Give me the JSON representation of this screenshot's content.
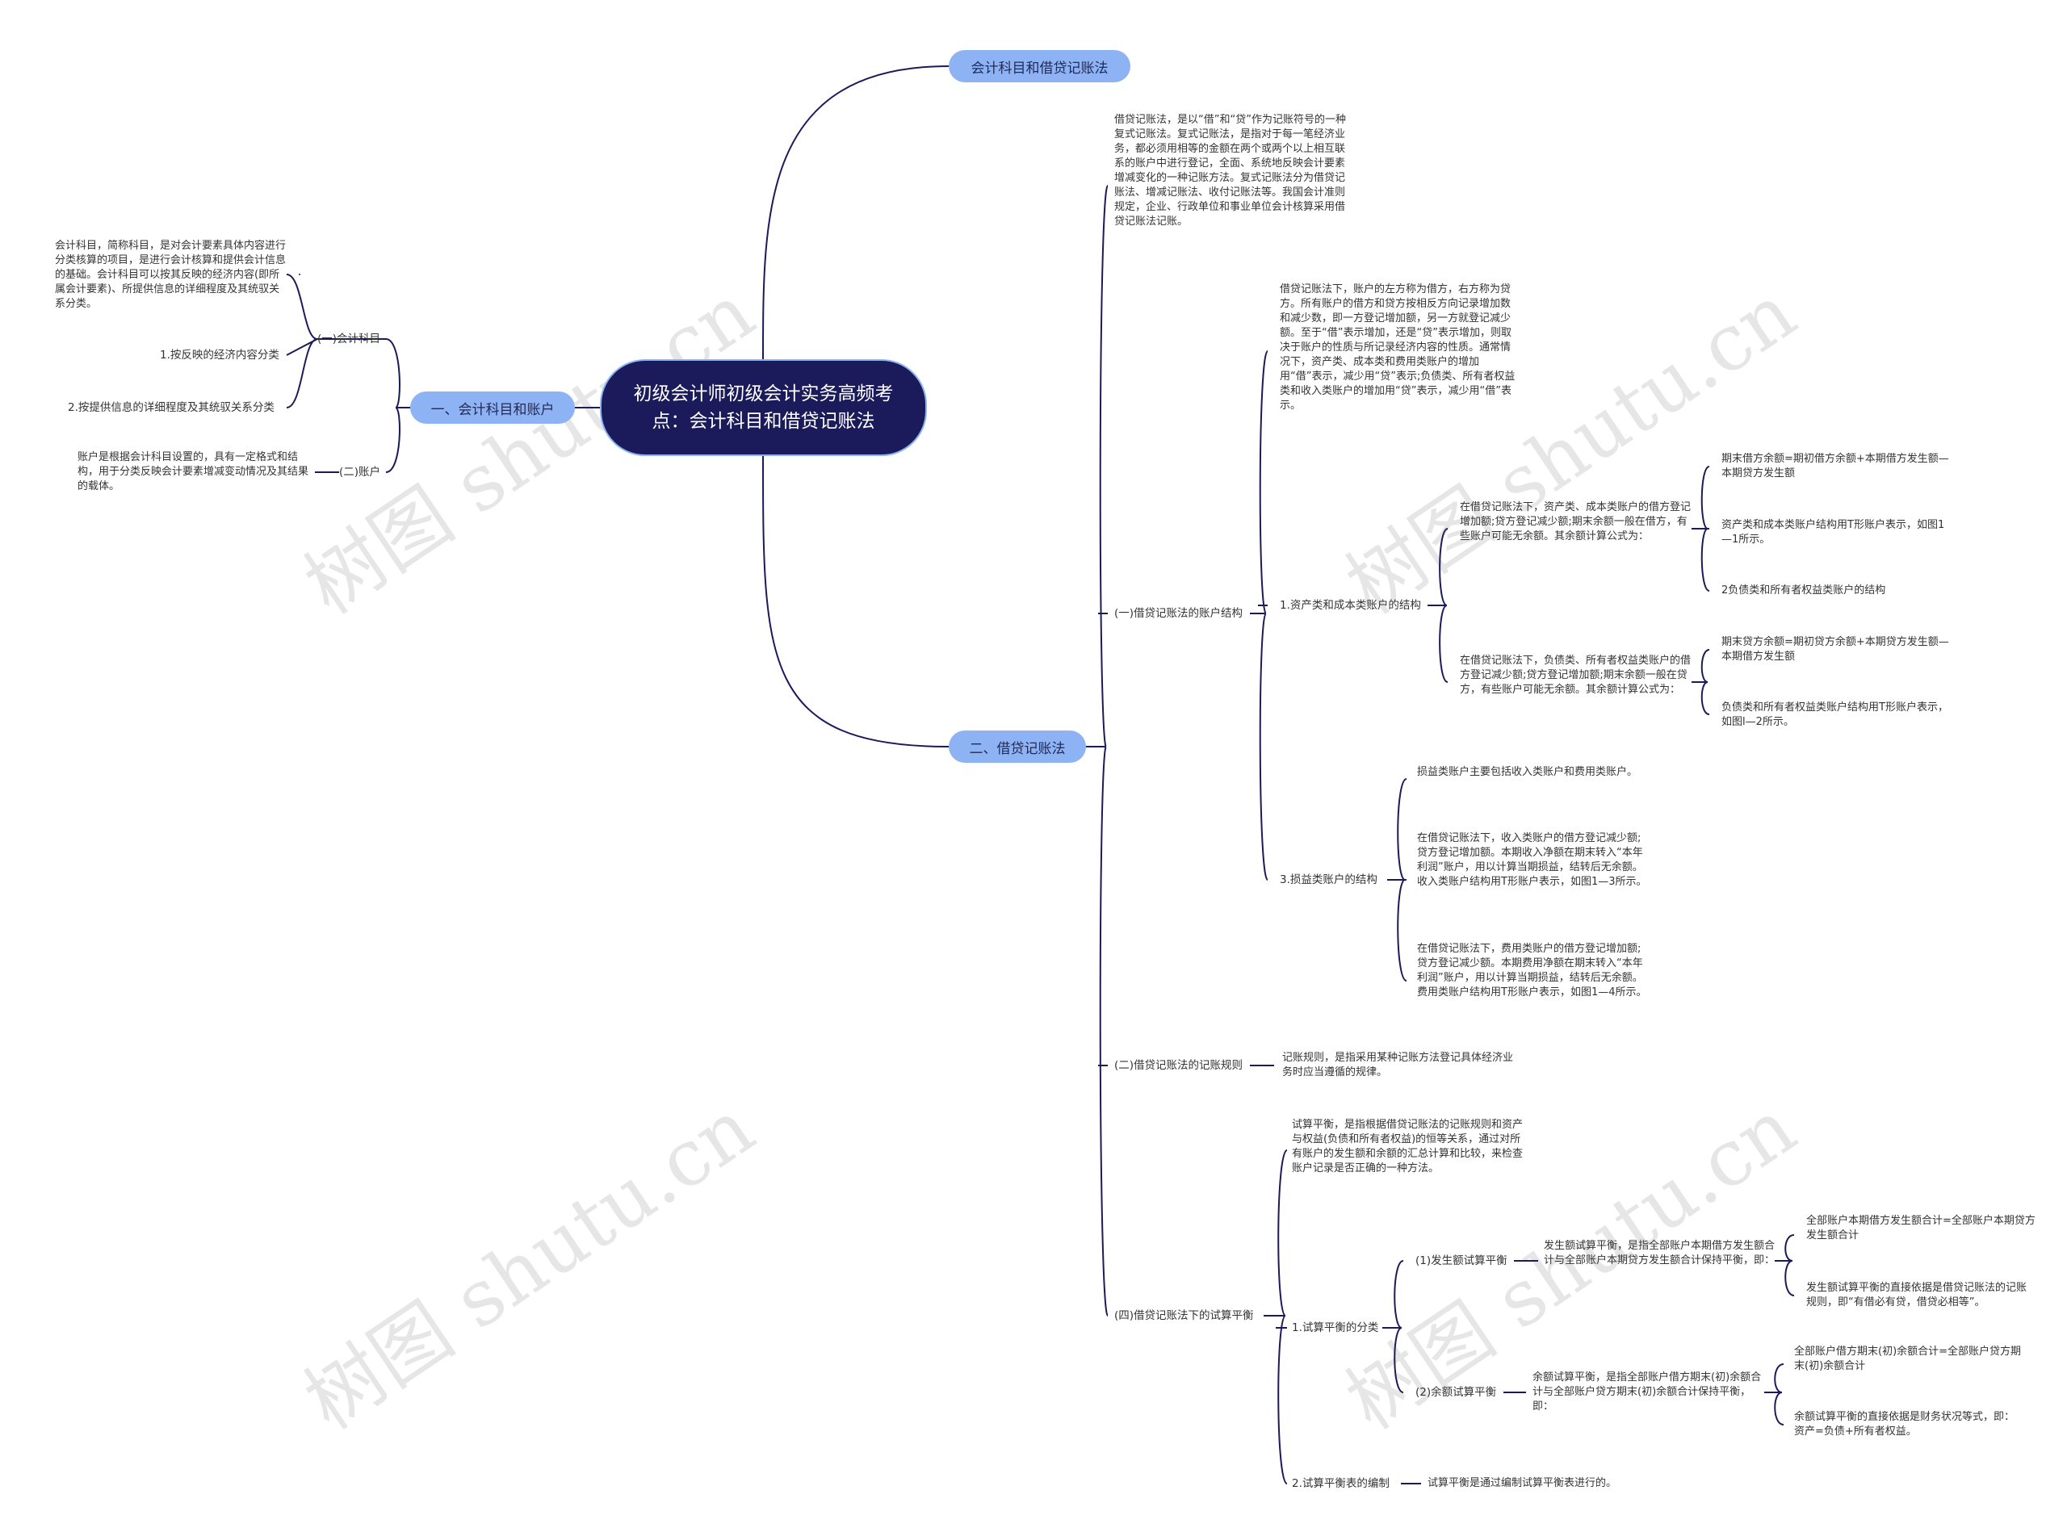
{
  "root": {
    "title": "初级会计师初级会计实务高频考点：会计科目和借贷记账法"
  },
  "watermark": "树图 shutu.cn",
  "left_branch": {
    "label": "一、会计科目和账户",
    "sub1": {
      "label": "(一)会计科目",
      "note": "会计科目，简称科目，是对会计要素具体内容进行分类核算的项目，是进行会计核算和提供会计信息的基础。会计科目可以按其反映的经济内容(即所属会计要素)、所提供信息的详细程度及其统驭关系分类。",
      "item1": "1.按反映的经济内容分类",
      "item2": "2.按提供信息的详细程度及其统驭关系分类"
    },
    "sub2": {
      "label": "(二)账户",
      "note": "账户是根据会计科目设置的，具有一定格式和结构，用于分类反映会计要素增减变动情况及其结果的载体。"
    }
  },
  "top_branch": {
    "label": "会计科目和借贷记账法"
  },
  "right_branch": {
    "label": "二、借贷记账法",
    "intro": "借贷记账法，是以“借”和“贷”作为记账符号的一种复式记账法。复式记账法，是指对于每一笔经济业务，都必须用相等的金额在两个或两个以上相互联系的账户中进行登记，全面、系统地反映会计要素增减变化的一种记账方法。复式记账法分为借贷记账法、增减记账法、收付记账法等。我国会计准则规定，企业、行政单位和事业单位会计核算采用借贷记账法记账。",
    "s1": {
      "label": "(一)借贷记账法的账户结构",
      "note": "借贷记账法下，账户的左方称为借方，右方称为贷方。所有账户的借方和贷方按相反方向记录增加数和减少数，即一方登记增加额，另一方就登记减少额。至于“借”表示增加，还是“贷”表示增加，则取决于账户的性质与所记录经济内容的性质。通常情况下，资产类、成本类和费用类账户的增加用“借”表示，减少用“贷”表示;负债类、所有者权益类和收入类账户的增加用“贷”表示，减少用“借”表示。",
      "a": {
        "label": "1.资产类和成本类账户的结构",
        "b1": {
          "text": "在借贷记账法下，资产类、成本类账户的借方登记增加额;贷方登记减少额;期末余额一般在借方，有些账户可能无余额。其余额计算公式为：",
          "c1": "期末借方余额=期初借方余额+本期借方发生额—本期贷方发生额",
          "c2": "资产类和成本类账户结构用T形账户表示，如图1—1所示。",
          "c3": "2负债类和所有者权益类账户的结构"
        },
        "b2": {
          "text": "在借贷记账法下，负债类、所有者权益类账户的借方登记减少额;贷方登记增加额;期末余额一般在贷方，有些账户可能无余额。其余额计算公式为：",
          "c1": "期末贷方余额=期初贷方余额+本期贷方发生额—本期借方发生额",
          "c2": "负债类和所有者权益类账户结构用T形账户表示，如图l—2所示。"
        }
      },
      "b": {
        "label": "3.损益类账户的结构",
        "n1": "损益类账户主要包括收入类账户和费用类账户。",
        "n2": "在借贷记账法下，收入类账户的借方登记减少额;贷方登记增加额。本期收入净额在期末转入“本年利润”账户，用以计算当期损益，结转后无余额。收入类账户结构用T形账户表示，如图1—3所示。",
        "n3": "在借贷记账法下，费用类账户的借方登记增加额;贷方登记减少额。本期费用净额在期末转入“本年利润”账户，用以计算当期损益，结转后无余额。费用类账户结构用T形账户表示，如图1—4所示。"
      }
    },
    "s2": {
      "label": "(二)借贷记账法的记账规则",
      "note": "记账规则，是指采用某种记账方法登记具体经济业务时应当遵循的规律。"
    },
    "s4": {
      "label": "(四)借贷记账法下的试算平衡",
      "note": "试算平衡，是指根据借贷记账法的记账规则和资产与权益(负债和所有者权益)的恒等关系，通过对所有账户的发生额和余额的汇总计算和比较，来检查账户记录是否正确的一种方法。",
      "c1": {
        "label": "1.试算平衡的分类",
        "p1": {
          "label": "(1)发生额试算平衡",
          "text": "发生额试算平衡，是指全部账户本期借方发生额合计与全部账户本期贷方发生额合计保持平衡，即：",
          "d1": "全部账户本期借方发生额合计=全部账户本期贷方发生额合计",
          "d2": "发生额试算平衡的直接依据是借贷记账法的记账规则，即“有借必有贷，借贷必相等”。"
        },
        "p2": {
          "label": "(2)余额试算平衡",
          "text": "余额试算平衡，是指全部账户借方期末(初)余额合计与全部账户贷方期末(初)余额合计保持平衡，即：",
          "d1": "全部账户借方期末(初)余额合计=全部账户贷方期末(初)余额合计",
          "d2": "余额试算平衡的直接依据是财务状况等式，即：资产=负债+所有者权益。"
        }
      },
      "c2": {
        "label": "2.试算平衡表的编制",
        "note": "试算平衡是通过编制试算平衡表进行的。"
      }
    }
  }
}
